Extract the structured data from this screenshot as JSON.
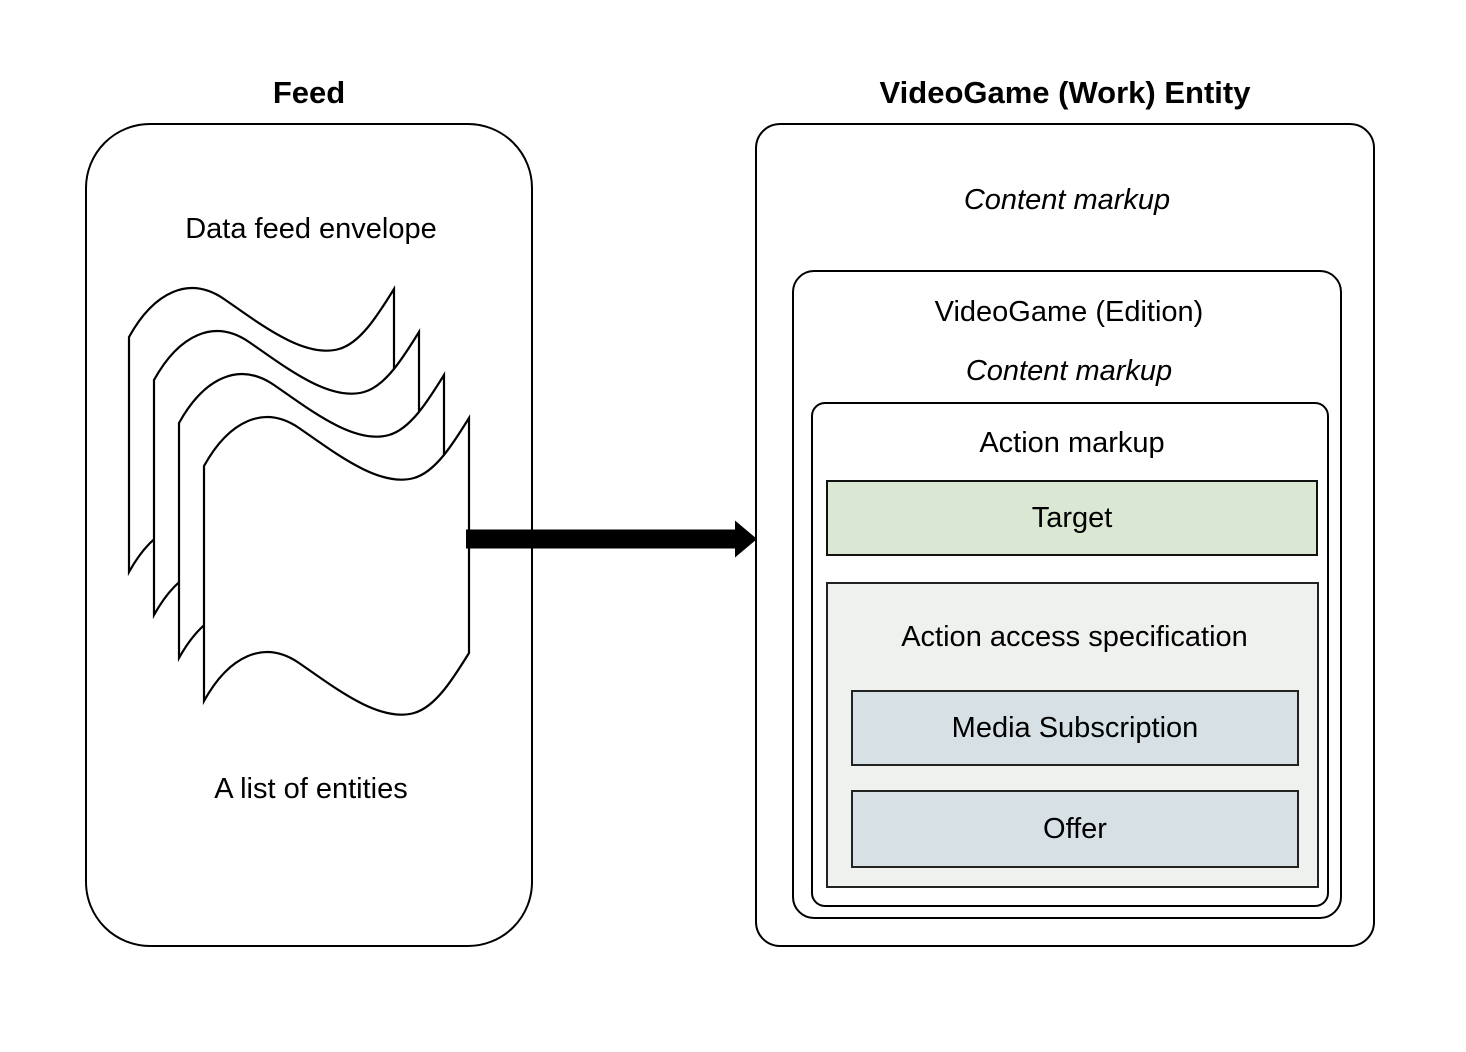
{
  "left": {
    "title": "Feed",
    "envelope_label": "Data feed envelope",
    "caption": "A list of entities",
    "icon": "stacked-documents-icon"
  },
  "arrow": {
    "icon": "arrow-right-icon",
    "direction": "left-to-right"
  },
  "right": {
    "title": "VideoGame (Work) Entity",
    "content_markup_label": "Content markup",
    "edition": {
      "title": "VideoGame (Edition)",
      "content_markup_label": "Content markup",
      "action": {
        "title": "Action markup",
        "target_label": "Target",
        "access": {
          "title": "Action access specification",
          "items": [
            "Media Subscription",
            "Offer"
          ]
        }
      }
    }
  },
  "colors": {
    "target_bg": "#d9e7d3",
    "access_bg": "#eff1ef",
    "access_item_bg": "#d6e0e5",
    "line": "#000000",
    "background": "#ffffff"
  }
}
